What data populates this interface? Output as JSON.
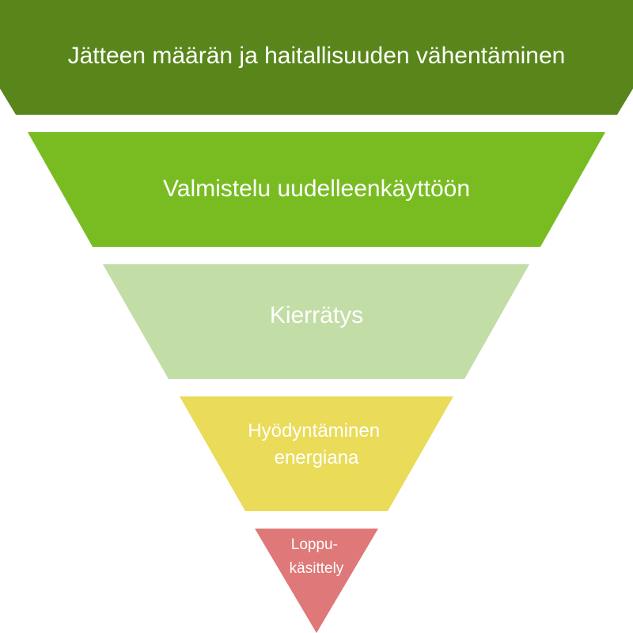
{
  "tiers": [
    {
      "lines": [
        "Jätteen määrän ja haitallisuuden vähentäminen"
      ],
      "color": "#58861a"
    },
    {
      "lines": [
        "Valmistelu uudelleenkäyttöön"
      ],
      "color": "#78bc22"
    },
    {
      "lines": [
        "Kierrätys"
      ],
      "color": "#c2dda5"
    },
    {
      "lines": [
        "Hyödyntäminen",
        "energiana"
      ],
      "color": "#eadb59"
    },
    {
      "lines": [
        "Loppu-",
        "käsittely"
      ],
      "color": "#df7878"
    }
  ]
}
